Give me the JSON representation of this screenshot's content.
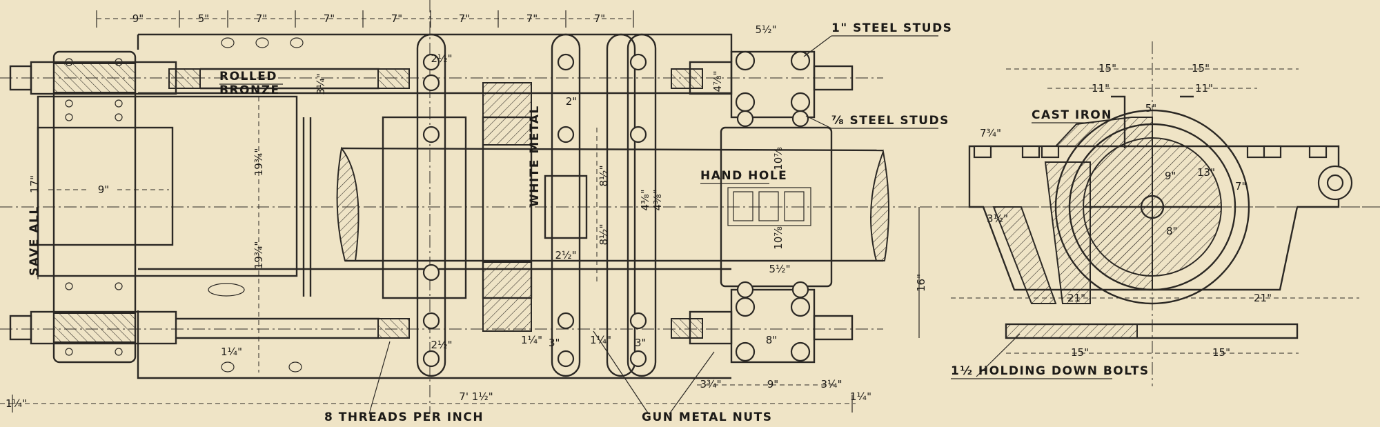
{
  "title_block": {},
  "labels": {
    "rolled_bronze_1": "ROLLED",
    "rolled_bronze_2": "BRONZE",
    "steel_studs_1": "1\" STEEL STUDS",
    "steel_studs_78": "⅞ STEEL STUDS",
    "cast_iron": "CAST IRON",
    "hand_hole": "HAND HOLE",
    "white_metal": "WHITE METAL",
    "save_all": "SAVE ALL",
    "threads": "8 THREADS PER INCH",
    "gun_metal_nuts": "GUN METAL NUTS",
    "holding_bolts": "1½ HOLDING DOWN BOLTS"
  },
  "dims": {
    "top_9": "9\"",
    "top_5": "5\"",
    "top_7a": "7\"",
    "top_7b": "7\"",
    "top_7c": "7\"",
    "top_7d": "7\"",
    "top_7e": "7\"",
    "top_7f": "7\"",
    "d_5half": "5½\"",
    "d_5half_v": "5½\"",
    "d_10_78a": "10⅞",
    "d_10_78b": "10⅞",
    "d_8half_a": "8½\"",
    "d_8half_b": "8½\"",
    "d_19_34a": "19¾\"",
    "d_19_34b": "19¾\"",
    "d_17": "17\"",
    "d_9": "9\"",
    "d_2half_a": "2½\"",
    "d_2half_b": "2½\"",
    "d_2half_c": "2½\"",
    "d_2": "2\"",
    "d_3_14": "3¼\"",
    "d_4_78": "4⅞\"",
    "d_4_38a": "4⅜\"",
    "d_4_38b": "4⅜\"",
    "d_1_14": "1¼\"",
    "d_bot_8": "8\"",
    "d_bot_3_34": "3¾\"",
    "d_bot_9": "9\"",
    "d_bot_3_14": "3¼\"",
    "d_7_1half": "7' 1½\"",
    "d_1_14b": "1¼\"",
    "d_1_14c": "1¼\"",
    "d_3a": "3\"",
    "d_3b": "3\"",
    "d_1_14d": "1¼\"",
    "d_1_14e": "1¼\"",
    "r_15a": "15\"",
    "r_15b": "15\"",
    "r_11a": "11\"",
    "r_11b": "11\"",
    "r_5": "5\"",
    "r_21a": "21\"",
    "r_21b": "21\"",
    "r_15c": "15\"",
    "r_15d": "15\"",
    "r_16": "16\"",
    "r_7_34": "7¾\"",
    "r_3half": "3½\"",
    "r_9": "9\"",
    "r_13": "13\"",
    "r_7": "7\"",
    "r_8": "8\""
  }
}
